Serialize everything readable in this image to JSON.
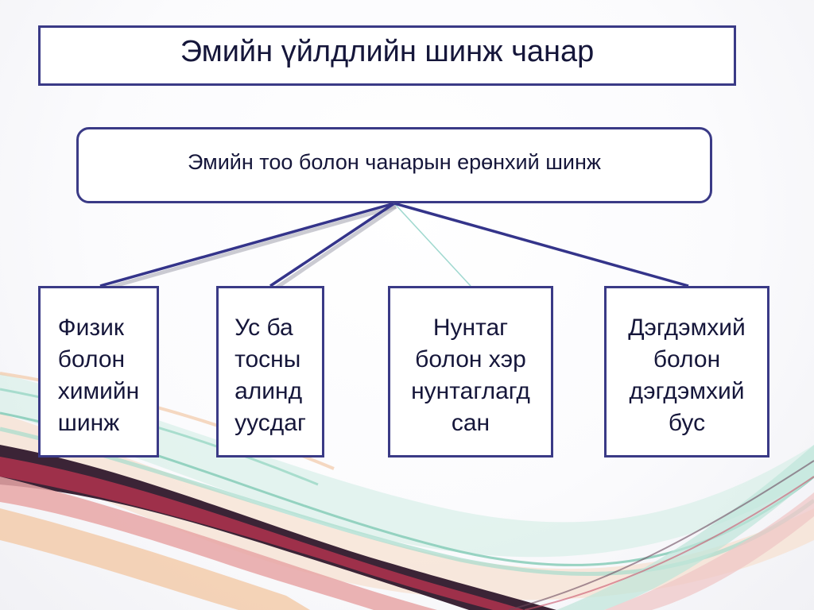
{
  "slide": {
    "title": "Эмийн үйлдлийн шинж чанар"
  },
  "diagram": {
    "parent": {
      "label": "Эмийн тоо болон чанарын ерөнхий шинж"
    },
    "children": [
      {
        "label": "Физик\nболон\nхимийн\nшинж"
      },
      {
        "label": "Ус ба\nтосны\nалинд\nуусдаг"
      },
      {
        "label": "Нунтаг\nболон хэр\nнунтаглагд\nсан"
      },
      {
        "label": "Дэгдэмхий\nболон\nдэгдэмхий\nбус"
      }
    ]
  },
  "colors": {
    "border": "#3a3a86",
    "connector": "#34348a",
    "connector_light": "#9fd8cf",
    "text": "#15163a",
    "swoosh_dark": "#3b2436",
    "swoosh_red": "#b0334d",
    "swoosh_pink": "#e8a6a6",
    "swoosh_green": "#8fd3bf",
    "swoosh_peach": "#f2c9a6"
  }
}
